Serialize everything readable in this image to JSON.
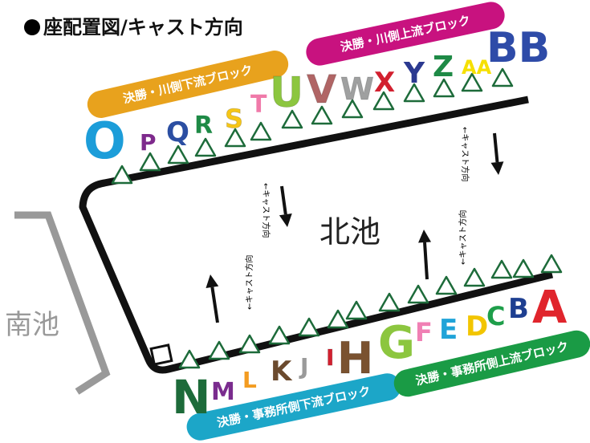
{
  "title": "座配置図/キャスト方向",
  "ponds": {
    "north": "北池",
    "south": "南池"
  },
  "cast_direction_label": "←キャスト方向",
  "blocks": {
    "kawa_gawa_shimo": {
      "label": "決勝・川側下流ブロック",
      "color": "#E8A21D"
    },
    "kawa_gawa_kami": {
      "label": "決勝・川側上流ブロック",
      "color": "#C8127F"
    },
    "jimusho_shimo": {
      "label": "決勝・事務所側下流ブロック",
      "color": "#1CA6C8"
    },
    "jimusho_kami": {
      "label": "決勝・事務所側上流ブロック",
      "color": "#1A9B45"
    }
  },
  "seats": {
    "A": {
      "label": "A",
      "color": "#E0252C"
    },
    "B": {
      "label": "B",
      "color": "#1E3F91"
    },
    "C": {
      "label": "C",
      "color": "#1E9E4A"
    },
    "D": {
      "label": "D",
      "color": "#F2C500"
    },
    "E": {
      "label": "E",
      "color": "#20A3D8"
    },
    "F": {
      "label": "F",
      "color": "#F080B4"
    },
    "G": {
      "label": "G",
      "color": "#8CC63F"
    },
    "H": {
      "label": "H",
      "color": "#7A5230"
    },
    "I": {
      "label": "I",
      "color": "#D2202F"
    },
    "J": {
      "label": "J",
      "color": "#9A9A9A"
    },
    "K": {
      "label": "K",
      "color": "#6B4A2E"
    },
    "L": {
      "label": "L",
      "color": "#F39C21"
    },
    "M": {
      "label": "M",
      "color": "#7A2C8E"
    },
    "N": {
      "label": "N",
      "color": "#1D6B3A"
    },
    "O": {
      "label": "O",
      "color": "#1C9DD9"
    },
    "P": {
      "label": "P",
      "color": "#7E2A8C"
    },
    "Q": {
      "label": "Q",
      "color": "#2B4EA2"
    },
    "R": {
      "label": "R",
      "color": "#1E8A46"
    },
    "S": {
      "label": "S",
      "color": "#F6C616"
    },
    "T": {
      "label": "T",
      "color": "#F07AA9"
    },
    "U": {
      "label": "U",
      "color": "#8CC63F"
    },
    "V": {
      "label": "V",
      "color": "#B06565"
    },
    "W": {
      "label": "W",
      "color": "#9FA0A0"
    },
    "X": {
      "label": "X",
      "color": "#D2202F"
    },
    "Y": {
      "label": "Y",
      "color": "#2B3990"
    },
    "Z": {
      "label": "Z",
      "color": "#1E8A46"
    },
    "AA": {
      "label": "AA",
      "color": "#F6E000"
    },
    "BB": {
      "label": "BB",
      "color": "#2E4BA8"
    }
  },
  "colors": {
    "shore": "#111111",
    "south_pond_line": "#999999",
    "marker_stroke": "#1D6B3A",
    "arrow": "#111111"
  }
}
